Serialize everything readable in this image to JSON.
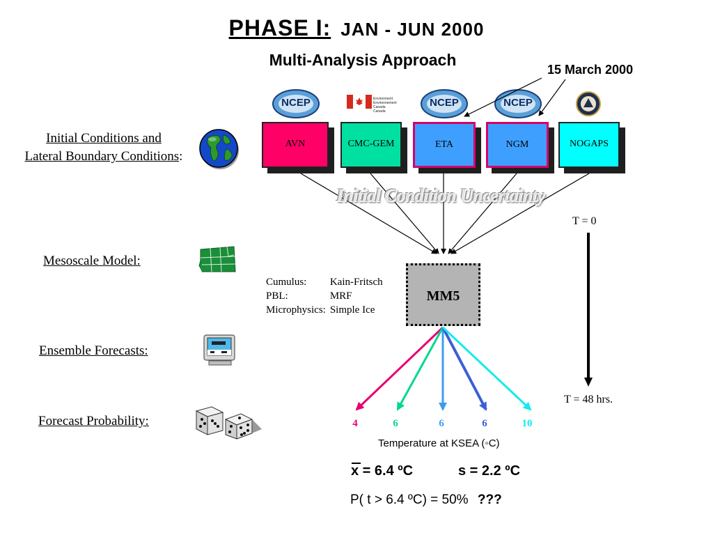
{
  "slide": {
    "title_phase": "PHASE I:",
    "title_dates": "JAN - JUN 2000",
    "subtitle": "Multi-Analysis Approach",
    "date_note": "15 March 2000"
  },
  "left_labels": {
    "initial_conditions_line1": "Initial Conditions and",
    "initial_conditions_line2": "Lateral Boundary Conditions",
    "initial_conditions_colon": ":",
    "mesoscale_model": "Mesoscale Model:",
    "ensemble_forecasts": "Ensemble Forecasts:",
    "forecast_probability": "Forecast Probability:"
  },
  "logos": {
    "ncep": "NCEP",
    "env_canada_text": "Environment Environnement Canada Canada"
  },
  "models": [
    {
      "label": "AVN",
      "color": "#ff0066",
      "border": "#222222"
    },
    {
      "label": "CMC-GEM",
      "color": "#00e0a0",
      "border": "#222222"
    },
    {
      "label": "ETA",
      "color": "#3f9fff",
      "border": "#d6006b"
    },
    {
      "label": "NGM",
      "color": "#3f9fff",
      "border": "#d6006b"
    },
    {
      "label": "NOGAPS",
      "color": "#00ffff",
      "border": "#222222"
    }
  ],
  "uncertainty_label": "Initial Condition Uncertainty",
  "mm5": {
    "label": "MM5",
    "params": [
      {
        "name": "Cumulus:",
        "value": "Kain-Fritsch"
      },
      {
        "name": "PBL:",
        "value": "MRF"
      },
      {
        "name": "Microphysics:",
        "value": "Simple Ice"
      }
    ]
  },
  "timeline": {
    "start": "T = 0",
    "end": "T = 48 hrs."
  },
  "forecasts": [
    {
      "value": "4",
      "color": "#e8006e"
    },
    {
      "value": "6",
      "color": "#00d890"
    },
    {
      "value": "6",
      "color": "#3c9cf0"
    },
    {
      "value": "6",
      "color": "#3a5fd8"
    },
    {
      "value": "10",
      "color": "#14eaf0"
    }
  ],
  "temperature_caption": "Temperature at KSEA (◦C)",
  "stats": {
    "mean": "x = 6.4 ºC",
    "std": "s = 2.2 ºC"
  },
  "probability": {
    "text": "P( t > 6.4 ºC) = 50%",
    "question": "???"
  }
}
